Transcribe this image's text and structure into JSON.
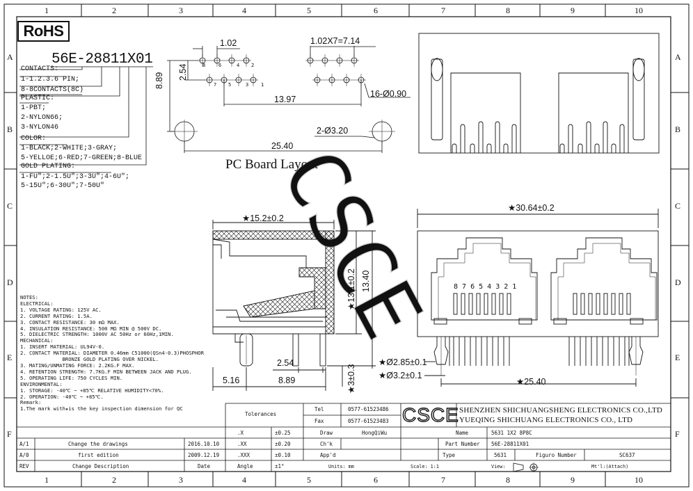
{
  "grid": {
    "cols": [
      "1",
      "2",
      "3",
      "4",
      "5",
      "6",
      "7",
      "8",
      "9",
      "10"
    ],
    "rows": [
      "A",
      "B",
      "C",
      "D",
      "E",
      "F"
    ]
  },
  "rohs": "RoHS",
  "part_code": "56E-28811X01",
  "spec": {
    "contacts_h": "CONTACTS:",
    "contacts_1": "1-1.2.3.6 PIN;",
    "contacts_2": "8-8CONTACTS(8C)",
    "plastic_h": "PLASTIC:",
    "plastic_1": "1-PBT;",
    "plastic_2": "2-NYLON66;",
    "plastic_3": "3-NYLON46",
    "color_h": "COLOR:",
    "color_1": "1-BLACK;2-WHITE;3-GRAY;",
    "color_2": "5-YELLOE;6-RED;7-GREEN;8-BLUE",
    "gold_h": "GOLD PLATING:",
    "gold_1": "1-FU\";2-1.5U\";3-3U\";4-6U\";",
    "gold_2": "5-15U\";6-30U\";7-50U\""
  },
  "pcb": {
    "title": "PC Board Layout",
    "d_102": "1.02",
    "d_pitch": "1.02X7=7.14",
    "d_889": "8.89",
    "d_254": "2.54",
    "d_1397": "13.97",
    "d_holes": "16-Ø0.90",
    "d_mount": "2-Ø3.20",
    "d_2540": "25.40",
    "pins_top": [
      "8",
      "6",
      "4",
      "2"
    ],
    "pins_bot": [
      "7",
      "5",
      "3",
      "1"
    ]
  },
  "side": {
    "d_width": "15.2±0.2",
    "d_h1": "13.1±0.2",
    "d_h2": "13.40",
    "d_254": "2.54",
    "d_516": "5.16",
    "d_889": "8.89",
    "d_3": "3±0.3"
  },
  "front": {
    "d_width": "30.64±0.2",
    "pins": "8 7 6 5 4 3 2 1",
    "d_285": "Ø2.85±0.1",
    "d_32": "Ø3.2±0.1",
    "d_2540": "25.40"
  },
  "notes": {
    "lines": [
      "NOTES:",
      "ELECTRICAL:",
      "1. VOLTAGE RATING: 125V AC.",
      "2. CURRENT RATING: 1.5A.",
      "3. CONTACT RESISTANCE: 30 mΩ MAX.",
      "4. INSULATION RESISTANCE: 500 MΩ MIN @ 500V DC.",
      "5. DIELECTRIC STRENGTH: 1000V AC 50Hz or 60Hz,1MIN.",
      "MECHANICAL:",
      "1. INSERT MATERIAL: UL94V-0.",
      "2. CONTACT MATERIAL: DIAMETER 0.46mm C51000(QSn4-0.3)PHOSPHOR",
      "              BRONZE GOLD PLATING OVER NICKEL.",
      "3. MATING/UNMATING FORCE: 2.2KG.F MAX.",
      "4. RETENTION STRENGTH: 7.7KG.F MIN BETWEEN JACK AND PLUG.",
      "5. OPERATING LIFE: 750 CYCLES MIN.",
      "ENVIRONMENTAL:",
      "1. STORAGE: -40℃ ~ +85℃ RELATIVE HUMIDITY<70%.",
      "2. OPERATION: -40℃ ~ +85℃.",
      "Remark:",
      "1.The mark with★is the key inspection dimension for QC"
    ]
  },
  "title_block": {
    "tolerances": "Tolerances",
    "tol_rows": [
      {
        "k": ".X",
        "v": "±0.25"
      },
      {
        "k": ".XX",
        "v": "±0.20"
      },
      {
        "k": ".XXX",
        "v": "±0.10"
      },
      {
        "k": "Angle",
        "v": "±1°"
      }
    ],
    "tel_label": "Tel",
    "tel": "0577-61523486",
    "fax_label": "Fax",
    "fax": "0577-61523483",
    "logo": "CSCE",
    "company_1": "SHENZHEN SHICHUANGSHENG ELECTRONICS CO.,LTD",
    "company_2": "YUEQING SHICHUANG ELECTRONICS CO., LTD",
    "draw": "Draw",
    "drawer": "HongQiWu",
    "check": "Ch'k",
    "approve": "App'd",
    "name_label": "Name",
    "name": "5631 1X2 8P8C",
    "part_label": "Part Number",
    "part": "56E-28811X01",
    "type_label": "Type",
    "type": "5631",
    "figure_label": "Figuro Number",
    "figure": "SC637",
    "units": "Units: mm",
    "scale": "Scale: 1:1",
    "view": "View:",
    "mtl": "Mt'l:(Attach)",
    "rev_rows": [
      {
        "rev": "A/1",
        "desc": "Change the drawings",
        "date": "2016.10.10"
      },
      {
        "rev": "A/0",
        "desc": "first edition",
        "date": "2009.12.19"
      }
    ],
    "rev_label": "REV",
    "desc_label": "Change Description",
    "date_label": "Date"
  },
  "watermark": "CSCE"
}
